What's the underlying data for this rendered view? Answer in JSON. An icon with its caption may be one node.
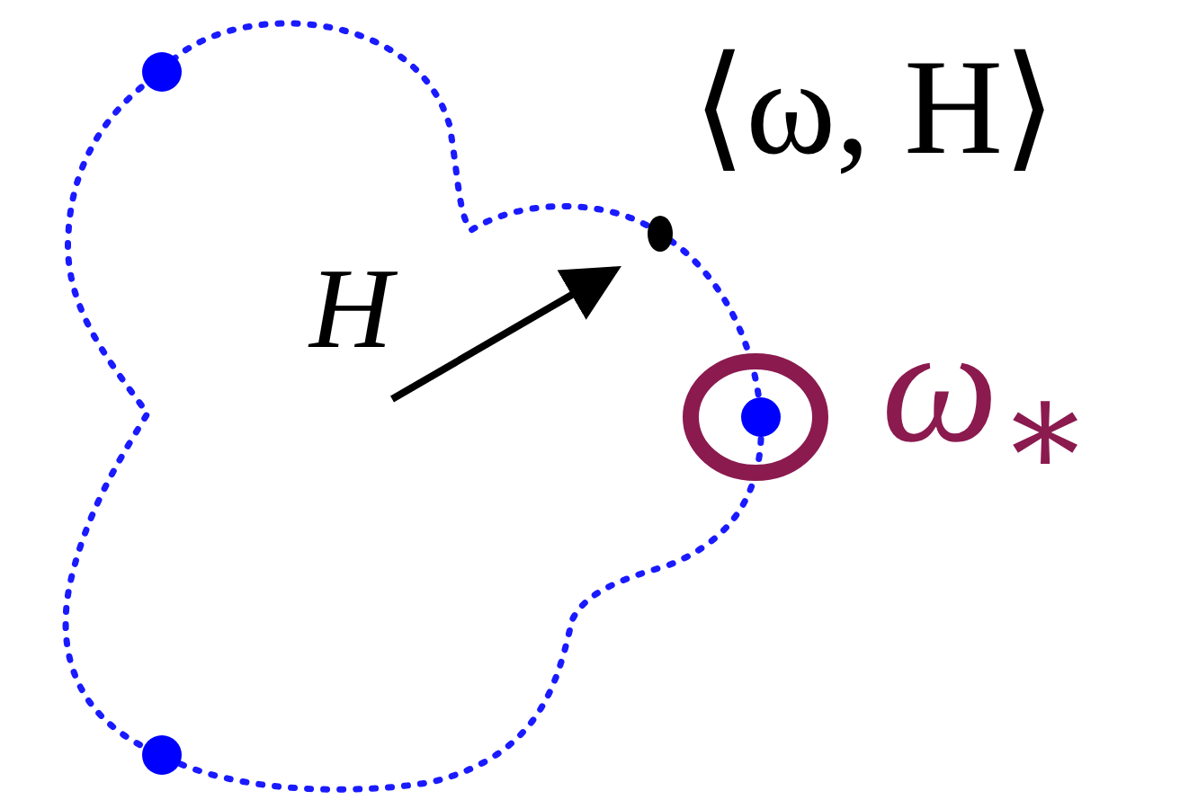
{
  "diagram": {
    "labels": [
      "⟨ω, H⟩",
      "H",
      "ω$_{∗}$"
    ]
  }
}
